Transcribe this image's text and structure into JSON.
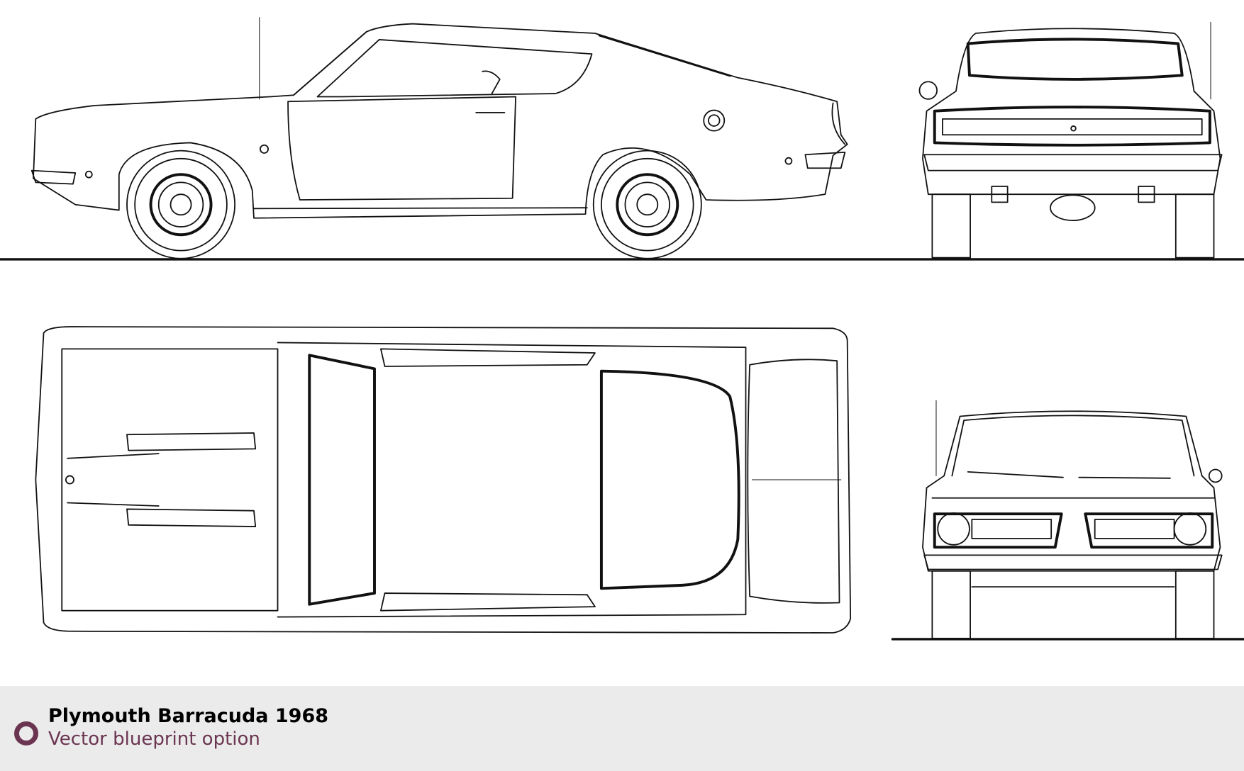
{
  "caption": {
    "title": "Plymouth Barracuda 1968",
    "subtitle": "Vector blueprint option",
    "bullet_icon": "circle-ring-icon",
    "accent_color": "#6b3552",
    "footer_background": "#ebebeb"
  },
  "views": [
    "side-view",
    "rear-view",
    "top-view",
    "front-view"
  ]
}
